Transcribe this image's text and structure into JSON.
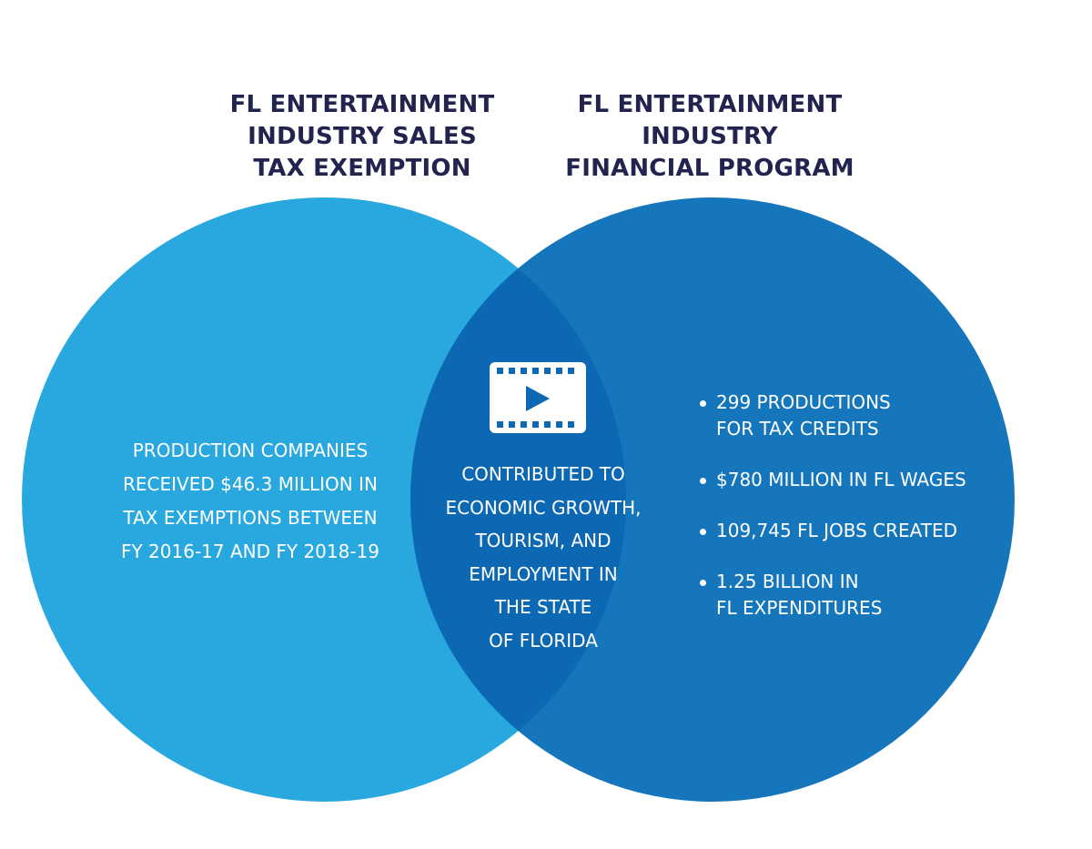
{
  "colors": {
    "heading": "#23234f",
    "left_circle": "#29a8e0",
    "right_circle": "#1576bc",
    "overlap": "#0d68b3",
    "text": "#ffffff"
  },
  "icons": {
    "center": "film-play-icon"
  },
  "left_set": {
    "title_lines": [
      "FL ENTERTAINMENT",
      "INDUSTRY SALES",
      "TAX EXEMPTION"
    ],
    "text_lines": [
      "PRODUCTION COMPANIES",
      "RECEIVED $46.3 MILLION IN",
      "TAX EXEMPTIONS BETWEEN",
      "FY 2016-17 AND FY 2018-19"
    ]
  },
  "right_set": {
    "title_lines": [
      "FL ENTERTAINMENT",
      "INDUSTRY",
      "FINANCIAL PROGRAM"
    ],
    "bullets": [
      {
        "lines": [
          "299 PRODUCTIONS",
          "FOR TAX CREDITS"
        ]
      },
      {
        "lines": [
          "$780 MILLION IN FL WAGES"
        ]
      },
      {
        "lines": [
          "109,745 FL JOBS CREATED"
        ]
      },
      {
        "lines": [
          "1.25 BILLION IN",
          "FL EXPENDITURES"
        ]
      }
    ]
  },
  "overlap": {
    "text_lines": [
      "CONTRIBUTED TO",
      "ECONOMIC GROWTH,",
      "TOURISM, AND",
      "EMPLOYMENT IN",
      "THE STATE",
      "OF FLORIDA"
    ]
  }
}
